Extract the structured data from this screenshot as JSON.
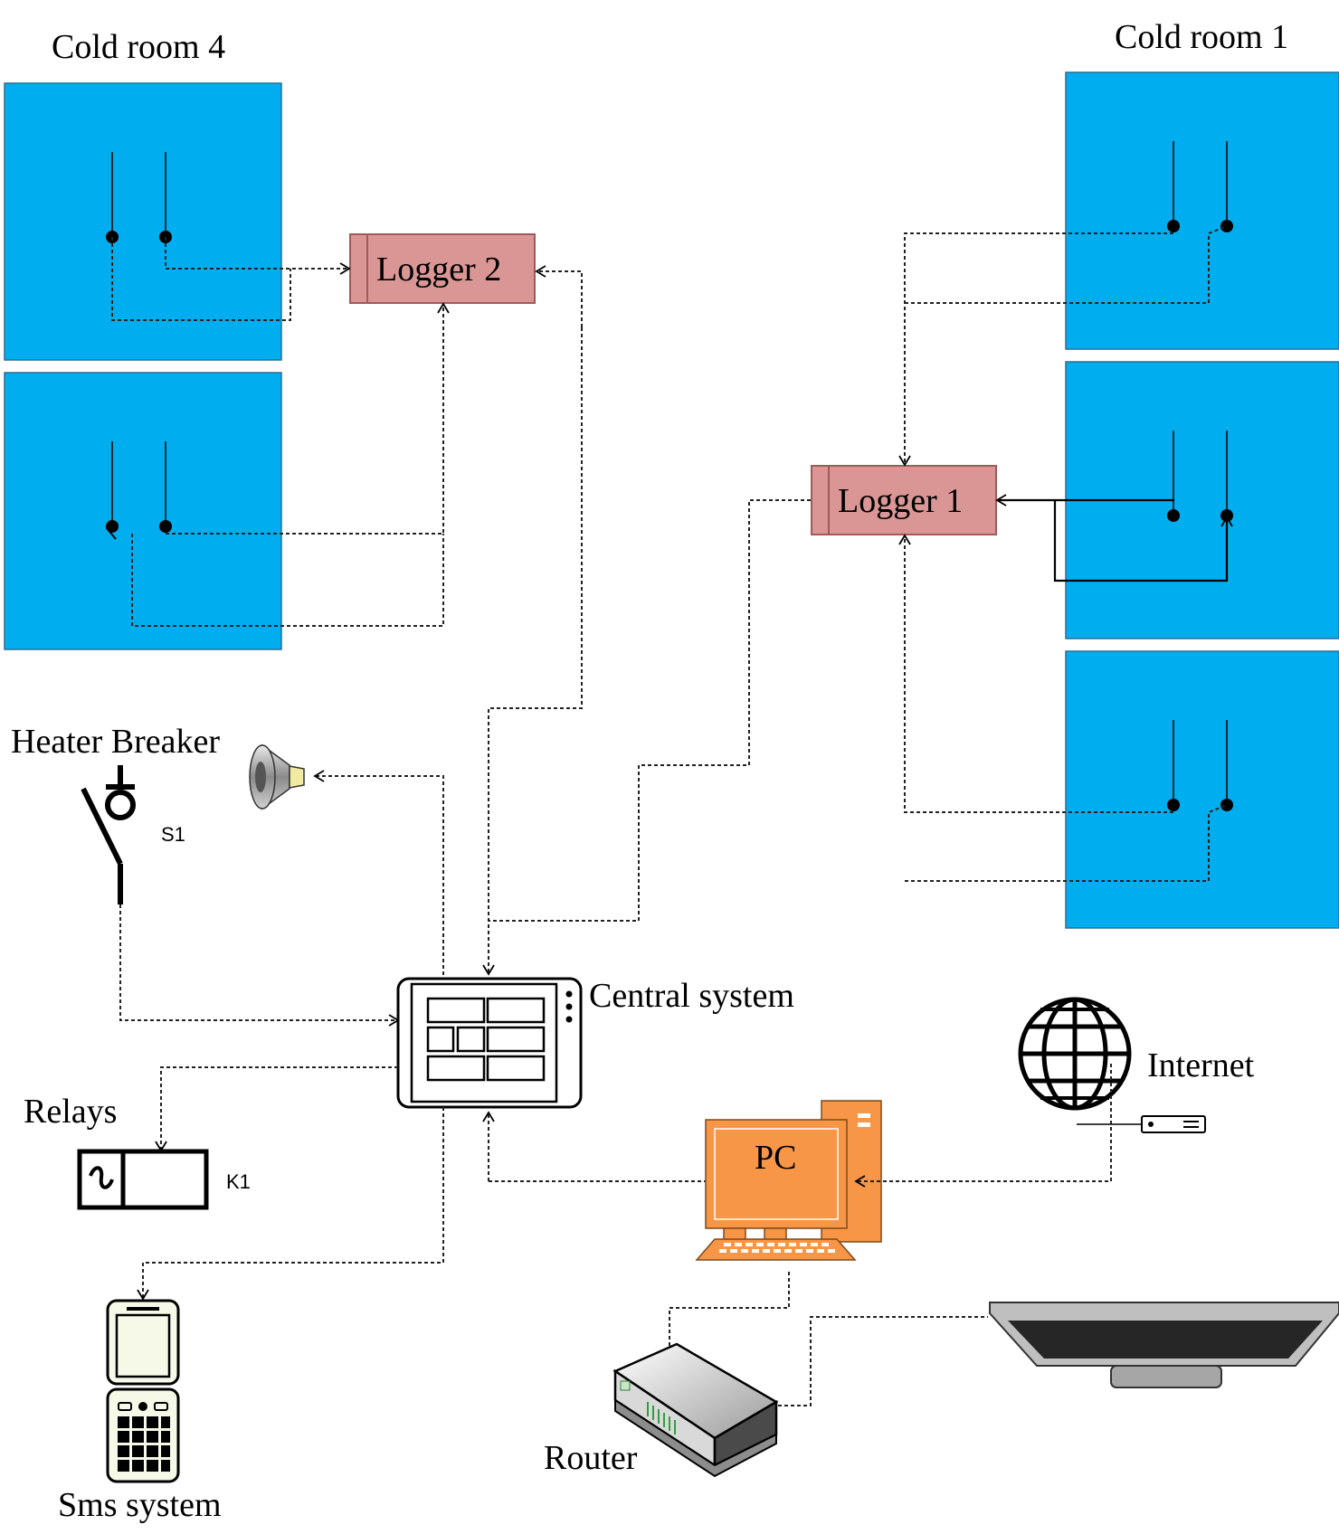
{
  "labels": {
    "cold_room_4": "Cold room 4",
    "cold_room_1": "Cold room 1",
    "logger_2": "Logger 2",
    "logger_1": "Logger 1",
    "heater_breaker": "Heater Breaker",
    "s1": "S1",
    "central_system": "Central system",
    "relays": "Relays",
    "k1": "K1",
    "internet": "Internet",
    "pc": "PC",
    "router": "Router",
    "sms_system": "Sms system"
  },
  "colors": {
    "room_fill": "#00AEEF",
    "logger_fill": "#D99694",
    "pc_fill": "#F79646"
  },
  "icons": [
    "switch-icon",
    "speaker-icon",
    "tablet-icon",
    "relay-icon",
    "globe-icon",
    "network-adapter-icon",
    "computer-icon",
    "router-icon",
    "phone-icon",
    "monitor-icon"
  ]
}
